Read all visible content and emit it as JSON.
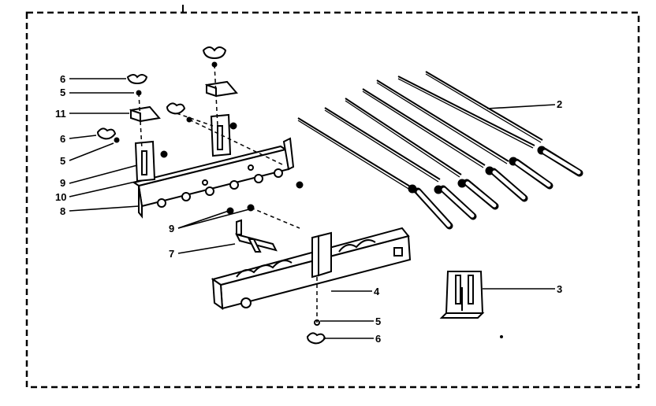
{
  "diagram": {
    "callouts": [
      {
        "id": "c6a",
        "text": "6"
      },
      {
        "id": "c5a",
        "text": "5"
      },
      {
        "id": "c11",
        "text": "11"
      },
      {
        "id": "c6b",
        "text": "6"
      },
      {
        "id": "c5b",
        "text": "5"
      },
      {
        "id": "c9a",
        "text": "9"
      },
      {
        "id": "c10",
        "text": "10"
      },
      {
        "id": "c8",
        "text": "8"
      },
      {
        "id": "c9b",
        "text": "9"
      },
      {
        "id": "c7",
        "text": "7"
      },
      {
        "id": "c2",
        "text": "2"
      },
      {
        "id": "c4",
        "text": "4"
      },
      {
        "id": "c3",
        "text": "3"
      },
      {
        "id": "c5c",
        "text": "5"
      },
      {
        "id": "c6c",
        "text": "6"
      }
    ]
  }
}
